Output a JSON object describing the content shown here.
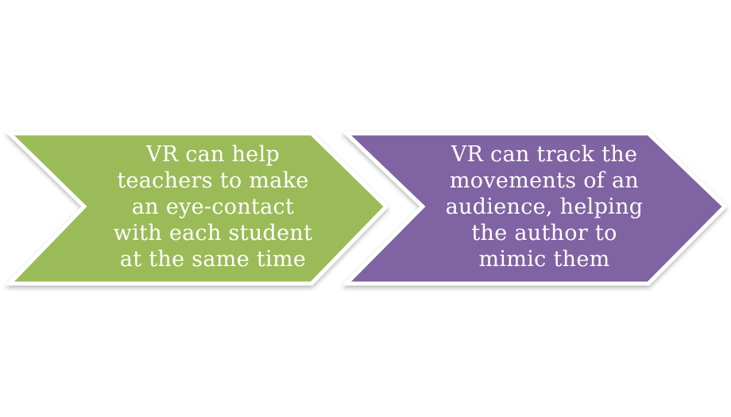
{
  "colors": {
    "chevron_1_fill": "#9bbb59",
    "chevron_2_fill": "#8064a2",
    "chevron_border": "#ffffff",
    "text": "#ffffff"
  },
  "chevrons": [
    {
      "lines": [
        "VR can help",
        "teachers to make",
        "an eye-contact",
        "with each student",
        "at the same time"
      ]
    },
    {
      "lines": [
        "VR can track the",
        "movements of an",
        "audience, helping",
        "the author to",
        "mimic them"
      ]
    }
  ]
}
